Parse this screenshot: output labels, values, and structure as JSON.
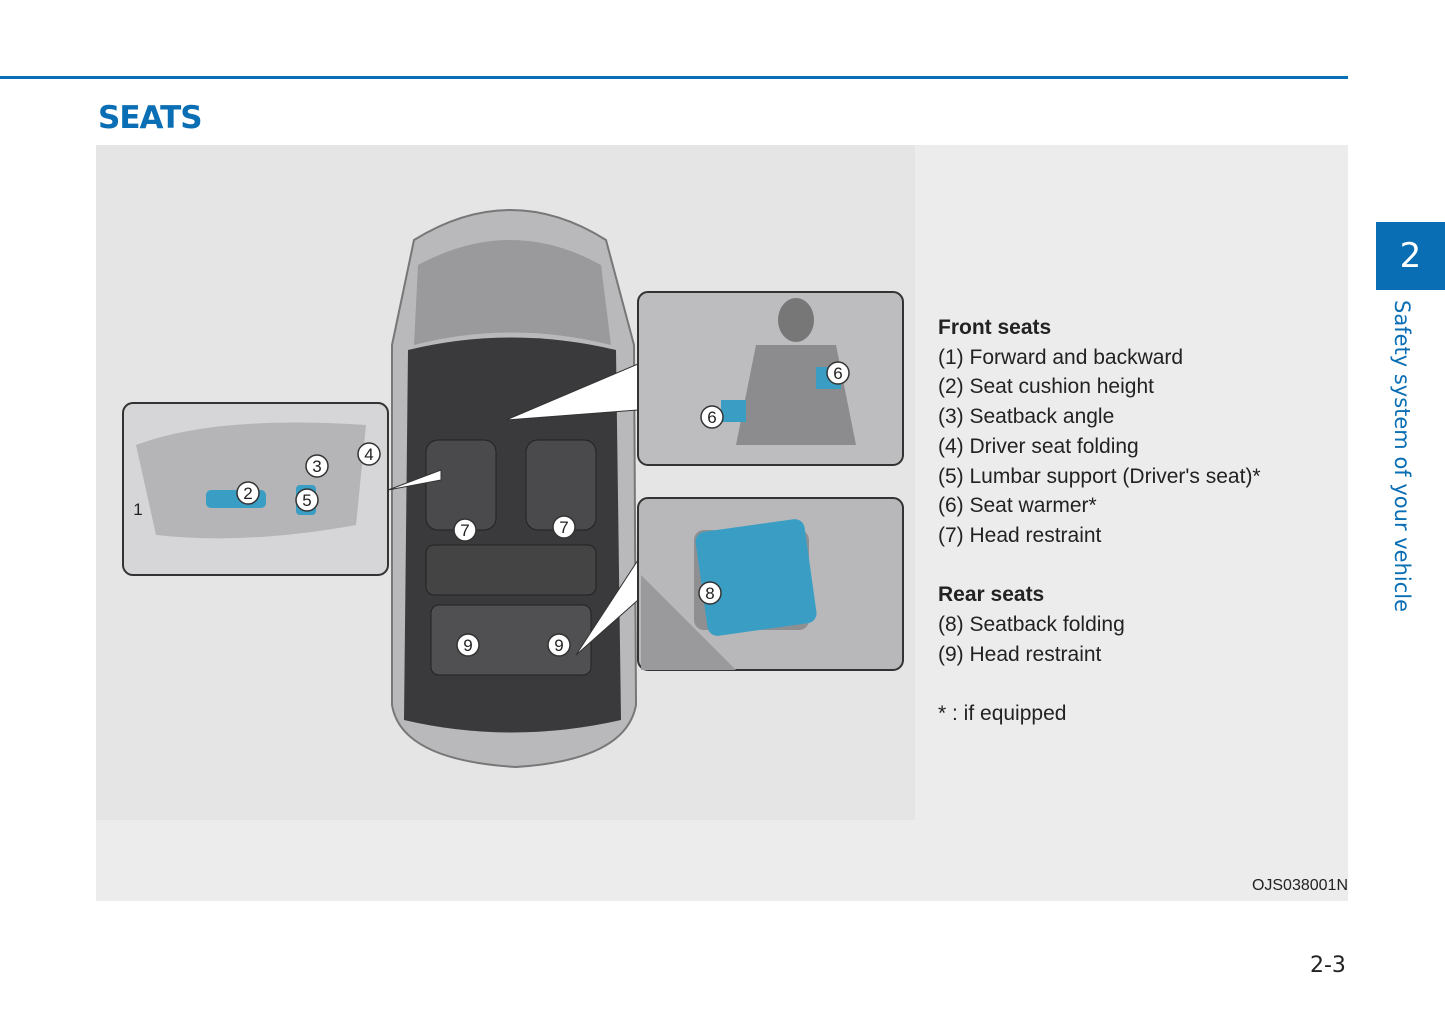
{
  "header": {
    "title": "SEATS"
  },
  "side_tab": {
    "chapter": "2",
    "section": "Safety system of your vehicle"
  },
  "legend": {
    "front_heading": "Front seats",
    "front_items": [
      "(1) Forward and backward",
      "(2) Seat cushion height",
      "(3) Seatback angle",
      "(4) Driver seat folding",
      "(5) Lumbar support (Driver's seat)*",
      "(6) Seat warmer*",
      "(7) Head restraint"
    ],
    "rear_heading": "Rear seats",
    "rear_items": [
      "(8) Seatback folding",
      "(9) Head restraint"
    ],
    "note": "* : if equipped"
  },
  "callouts": {
    "c1": "1",
    "c2": "2",
    "c3": "3",
    "c4": "4",
    "c5": "5",
    "c6": "6",
    "c7": "7",
    "c8": "8",
    "c9": "9"
  },
  "figure_code": "OJS038001N",
  "page_number": "2-3",
  "colors": {
    "accent": "#0a6eb4",
    "highlight": "#3a9ec4"
  }
}
